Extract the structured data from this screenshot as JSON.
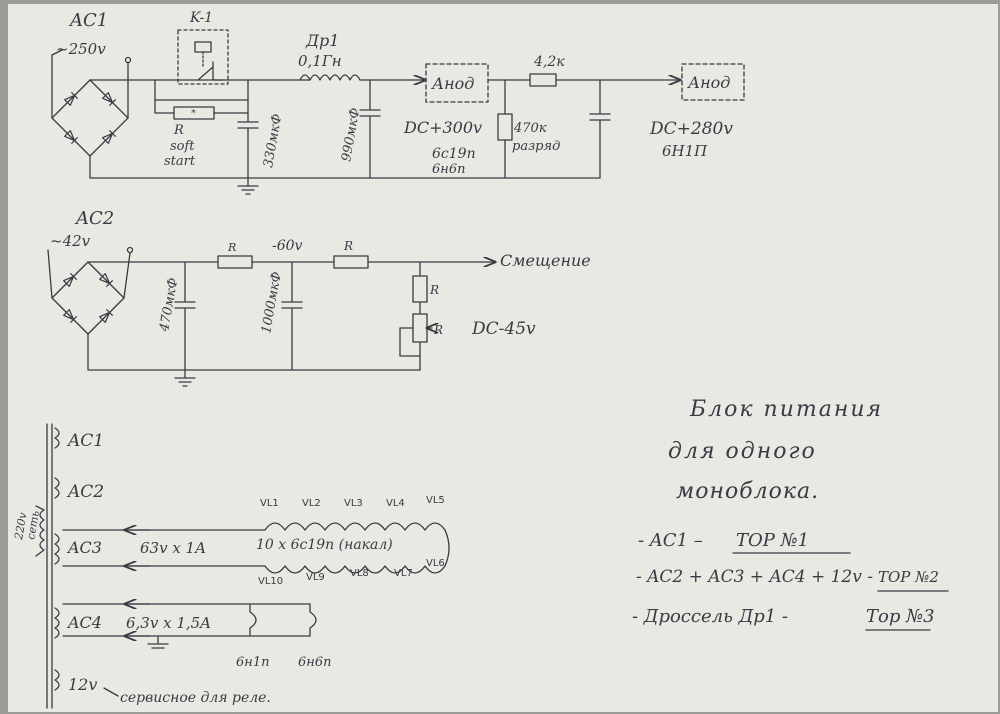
{
  "colors": {
    "paper": "#e9e8e2",
    "ink": "#3a3a44",
    "background": "#9b9d98"
  },
  "ac1": {
    "name": "AC1",
    "voltage": "~250v",
    "relay": "K-1",
    "resistor": "R",
    "soft_start_1": "soft",
    "soft_start_2": "start",
    "cap1": "330мкФ",
    "choke_name": "Др1",
    "choke_value": "0,1Гн",
    "cap2": "990мкФ",
    "anode1": "Анод",
    "dc1": "DC+300v",
    "tube1": "6с19п",
    "tube2": "6н6п",
    "bleeder_value": "470к",
    "bleeder_label": "разряд",
    "series_r": "4,2к",
    "anode2": "Анод",
    "dc2": "DC+280v",
    "tube3": "6Н1П"
  },
  "ac2": {
    "name": "AC2",
    "voltage": "~42v",
    "r1": "R",
    "neg_voltage": "-60v",
    "r2": "R",
    "bias": "Смещение",
    "cap1": "470мкФ",
    "cap2": "1000мкФ",
    "r3": "R",
    "r4": "R",
    "dc": "DC-45v"
  },
  "transformer": {
    "primary_1": "220v",
    "primary_2": "сеть",
    "w1": "AC1",
    "w2": "AC2",
    "w3": "AC3",
    "w3_spec": "63v x 1A",
    "heater": "10 х 6с19п (накал)",
    "vl_top": [
      "VL1",
      "VL2",
      "VL3",
      "VL4",
      "VL5"
    ],
    "vl_bottom": [
      "VL10",
      "VL9",
      "VL8",
      "VL7",
      "VL6"
    ],
    "w4": "AC4",
    "w4_spec": "6,3v x 1,5A",
    "t1": "6н1п",
    "t2": "6н6п",
    "w5": "12v",
    "w5_note": "сервисное для реле."
  },
  "notes": {
    "title_1": "Блок питания",
    "title_2": "для одного",
    "title_3": "моноблока.",
    "line1_prefix": "- AC1 –",
    "line1_ref": "TOP №1",
    "line2_prefix": "- AC2 + AC3 + AC4 + 12v -",
    "line2_ref": "TOP №2",
    "line3_prefix": "- Дроссель Др1 -",
    "line3_ref": "Тор №3"
  }
}
